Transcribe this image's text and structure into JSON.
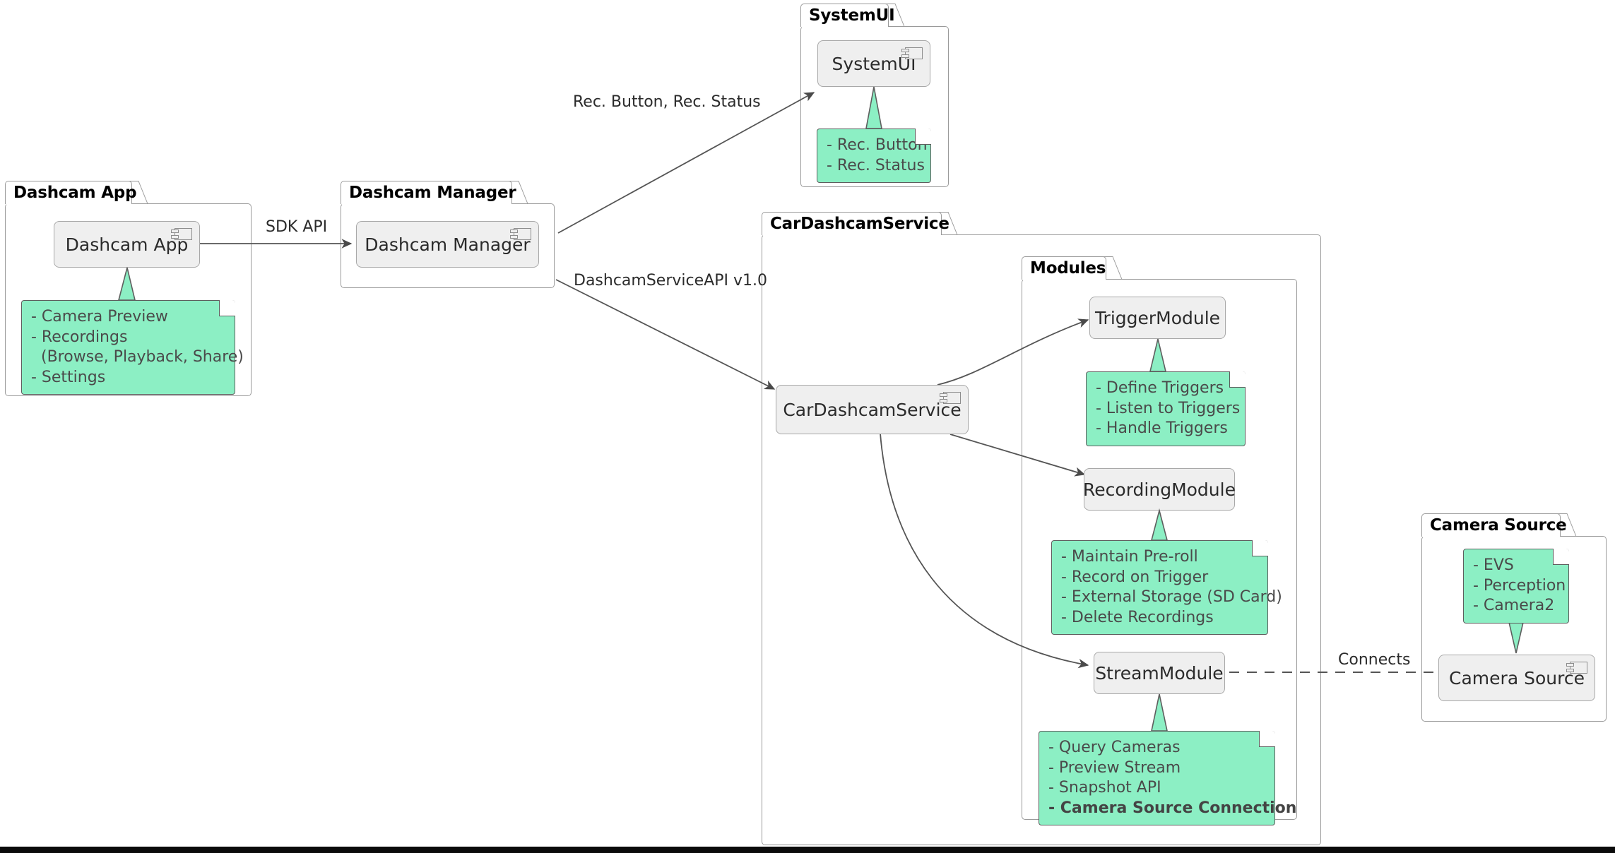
{
  "diagram": {
    "title": "CarDashcamService Architecture",
    "type": "uml-component-diagram",
    "colors": {
      "note_fill": "#8CEFC4",
      "note_border": "#5E5E5E",
      "component_fill": "#EFEFEF",
      "component_border": "#A8A8A8",
      "package_border": "#9A9A9A",
      "line": "#555555",
      "text": "#2B2B2B",
      "note_text": "#4A4A4A"
    }
  },
  "packages": [
    {
      "id": "dashcam_app",
      "label": "Dashcam App",
      "component": {
        "label": "Dashcam App",
        "icon": "component-icon"
      },
      "note": {
        "lines": [
          {
            "text": "- Camera Preview",
            "bold": false,
            "indent": false
          },
          {
            "text": "- Recordings",
            "bold": false,
            "indent": false
          },
          {
            "text": "(Browse, Playback, Share)",
            "bold": false,
            "indent": true
          },
          {
            "text": "- Settings",
            "bold": false,
            "indent": false
          }
        ]
      }
    },
    {
      "id": "dashcam_manager",
      "label": "Dashcam Manager",
      "component": {
        "label": "Dashcam Manager",
        "icon": "component-icon"
      },
      "note": null
    },
    {
      "id": "system_ui",
      "label": "SystemUI",
      "component": {
        "label": "SystemUI",
        "icon": "component-icon"
      },
      "note": {
        "lines": [
          {
            "text": "- Rec. Button",
            "bold": false,
            "indent": false
          },
          {
            "text": "- Rec. Status",
            "bold": false,
            "indent": false
          }
        ]
      }
    },
    {
      "id": "car_dashcam_service",
      "label": "CarDashcamService",
      "component": {
        "label": "CarDashcamService",
        "icon": "component-icon"
      },
      "note": null
    },
    {
      "id": "modules",
      "label": "Modules",
      "component": null,
      "note": null
    },
    {
      "id": "camera_source",
      "label": "Camera Source",
      "component": {
        "label": "Camera Source",
        "icon": "component-icon"
      },
      "note": {
        "lines": [
          {
            "text": "- EVS",
            "bold": false,
            "indent": false
          },
          {
            "text": "- Perception",
            "bold": false,
            "indent": false
          },
          {
            "text": "- Camera2",
            "bold": false,
            "indent": false
          }
        ]
      }
    }
  ],
  "modules": [
    {
      "id": "trigger_module",
      "label": "TriggerModule",
      "note": {
        "lines": [
          {
            "text": "- Define Triggers",
            "bold": false,
            "indent": false
          },
          {
            "text": "- Listen to Triggers",
            "bold": false,
            "indent": false
          },
          {
            "text": "- Handle Triggers",
            "bold": false,
            "indent": false
          }
        ]
      }
    },
    {
      "id": "recording_module",
      "label": "RecordingModule",
      "note": {
        "lines": [
          {
            "text": "- Maintain Pre-roll",
            "bold": false,
            "indent": false
          },
          {
            "text": "- Record on Trigger",
            "bold": false,
            "indent": false
          },
          {
            "text": "- External Storage (SD Card)",
            "bold": false,
            "indent": false
          },
          {
            "text": "- Delete Recordings",
            "bold": false,
            "indent": false
          }
        ]
      }
    },
    {
      "id": "stream_module",
      "label": "StreamModule",
      "note": {
        "lines": [
          {
            "text": "- Query Cameras",
            "bold": false,
            "indent": false
          },
          {
            "text": "- Preview Stream",
            "bold": false,
            "indent": false
          },
          {
            "text": "- Snapshot API",
            "bold": false,
            "indent": false
          },
          {
            "text": "- Camera Source Connection",
            "bold": true,
            "indent": false
          }
        ]
      }
    }
  ],
  "connections": [
    {
      "id": "sdk_api",
      "label": "SDK API",
      "from": "Dashcam App",
      "to": "Dashcam Manager",
      "style": "solid-arrow"
    },
    {
      "id": "rec_link",
      "label": "Rec. Button, Rec. Status",
      "from": "Dashcam Manager",
      "to": "SystemUI",
      "style": "solid-arrow"
    },
    {
      "id": "service_api",
      "label": "DashcamServiceAPI v1.0",
      "from": "Dashcam Manager",
      "to": "CarDashcamService",
      "style": "solid-arrow"
    },
    {
      "id": "to_trigger",
      "label": "",
      "from": "CarDashcamService",
      "to": "TriggerModule",
      "style": "solid-arrow"
    },
    {
      "id": "to_recording",
      "label": "",
      "from": "CarDashcamService",
      "to": "RecordingModule",
      "style": "solid-arrow"
    },
    {
      "id": "to_stream",
      "label": "",
      "from": "CarDashcamService",
      "to": "StreamModule",
      "style": "solid-arrow"
    },
    {
      "id": "connects",
      "label": "Connects",
      "from": "StreamModule",
      "to": "Camera Source",
      "style": "dashed"
    }
  ]
}
